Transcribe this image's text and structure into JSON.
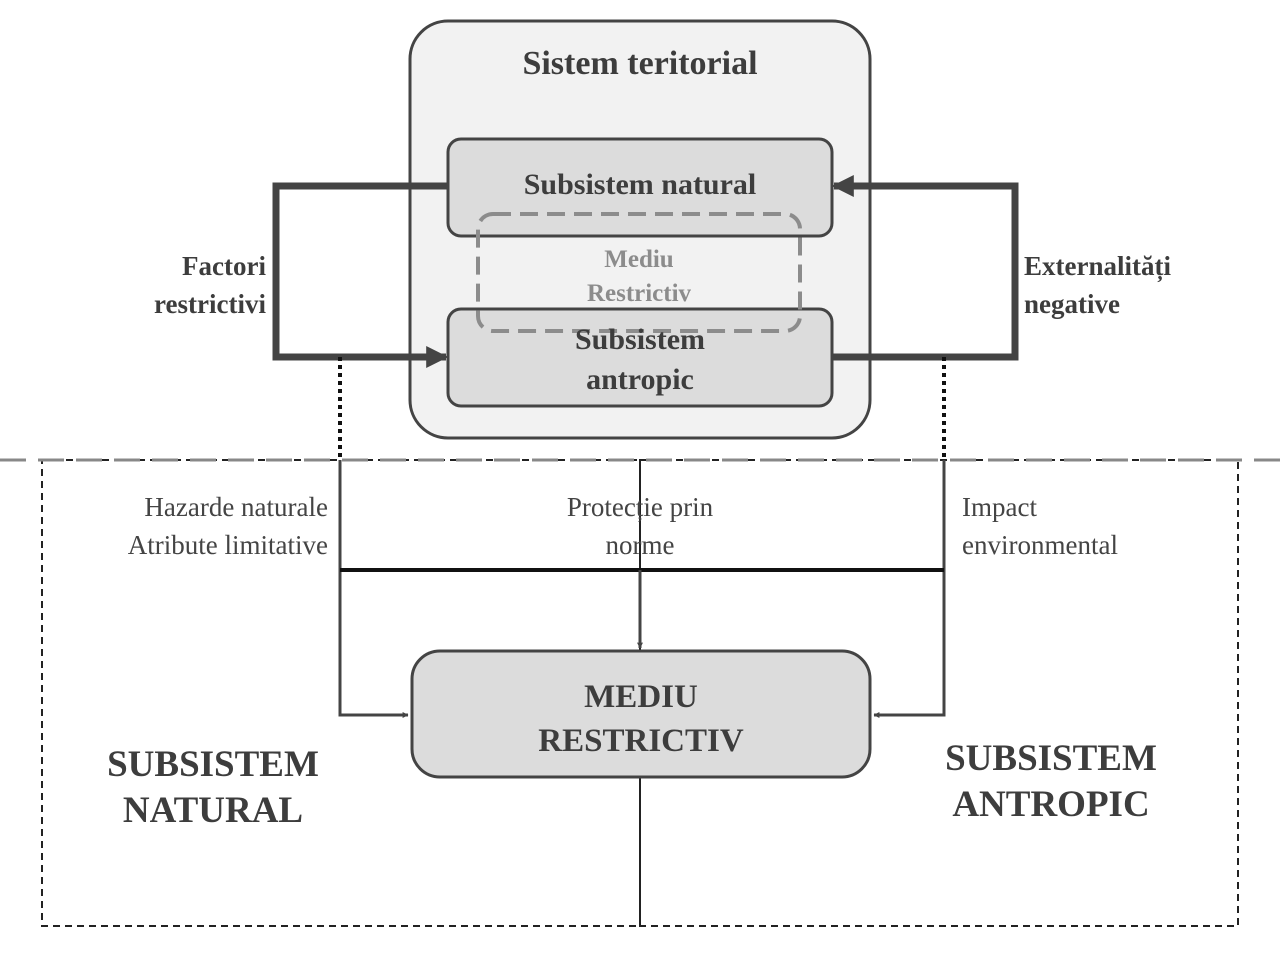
{
  "system": {
    "title": "Sistem teritorial",
    "natural_box": "Subsistem natural",
    "antropic_box": [
      "Subsistem",
      "antropic"
    ],
    "overlap_box": [
      "Mediu",
      "Restrictiv"
    ]
  },
  "side_labels": {
    "left": [
      "Factori",
      "restrictivi"
    ],
    "right": [
      "Externalități",
      "negative"
    ]
  },
  "descriptions": {
    "left": [
      "Hazarde naturale",
      "Atribute limitative"
    ],
    "middle": [
      "Protecție prin",
      "norme"
    ],
    "right": [
      "Impact",
      "environmental"
    ]
  },
  "result_box": [
    "MEDIU",
    "RESTRICTIV"
  ],
  "regions": {
    "natural": [
      "SUBSISTEM",
      "NATURAL"
    ],
    "antropic": [
      "SUBSISTEM",
      "ANTROPIC"
    ]
  },
  "colors": {
    "stroke": "#444444",
    "outer_fill": "#f2f2f2",
    "inner_fill": "#dcdcdc",
    "overlap_stroke": "#8c8c8c",
    "text": "#3d3d3d"
  }
}
